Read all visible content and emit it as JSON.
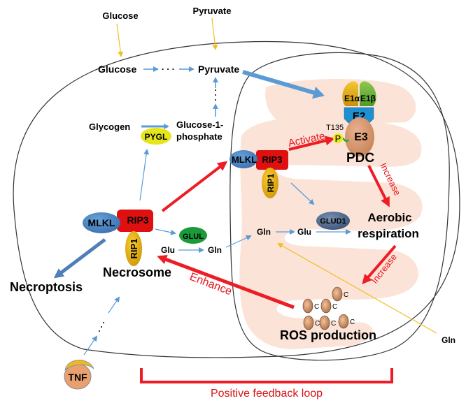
{
  "colors": {
    "red_arrow": "#ee1c24",
    "blue_arrow": "#5b9bd5",
    "yellow_arrow": "#f0c020",
    "crista_fill": "#fbe3d8",
    "membrane": "#333333",
    "mlkl": "#4a86c8",
    "rip3": "#e01010",
    "rip1": "#f0b414",
    "glul": "#1a9a3a",
    "glud1": "#506a8c",
    "pygl": "#e0e010",
    "e1a": "#e8b010",
    "e1b": "#70b040",
    "e2": "#1e8fd0",
    "e3": "#d99870",
    "cytc": "#d9956a",
    "tnf": "#e8a070",
    "tnf_receptor": "#f0b820",
    "loop_text": "#d81418"
  },
  "extracellular": {
    "glucose": "Glucose",
    "pyruvate": "Pyruvate",
    "gln": "Gln"
  },
  "cytoplasm": {
    "glucose": "Glucose",
    "ellipsis": "· · ·",
    "pyruvate": "Pyruvate",
    "glycogen": "Glycogen",
    "g1p_line1": "Glucose-1-",
    "g1p_line2": "phosphate",
    "pygl": "PYGL",
    "glu": "Glu",
    "gln": "Gln",
    "glul": "GLUL"
  },
  "necrosome": {
    "mlkl": "MLKL",
    "rip3": "RIP3",
    "rip1": "RIP1",
    "label": "Necrosome"
  },
  "necroptosis": "Necroptosis",
  "tnf": "TNF",
  "mitochondrion": {
    "mlkl": "MLKL",
    "rip3": "RIP3",
    "rip1": "RIP1",
    "activate": "Activate",
    "t135": "T135",
    "p": "P",
    "e1a": "E1α",
    "e1b": "E1β",
    "e2": "E2",
    "e3": "E3",
    "pdc": "PDC",
    "increase1": "Increase",
    "aerobic_line1": "Aerobic",
    "aerobic_line2": "respiration",
    "increase2": "Increase",
    "gln": "Gln",
    "glu": "Glu",
    "glud1": "GLUD1",
    "cyt_c": "C",
    "ros": "ROS production"
  },
  "enhance": "Enhance",
  "feedback_loop": "Positive feedback loop"
}
